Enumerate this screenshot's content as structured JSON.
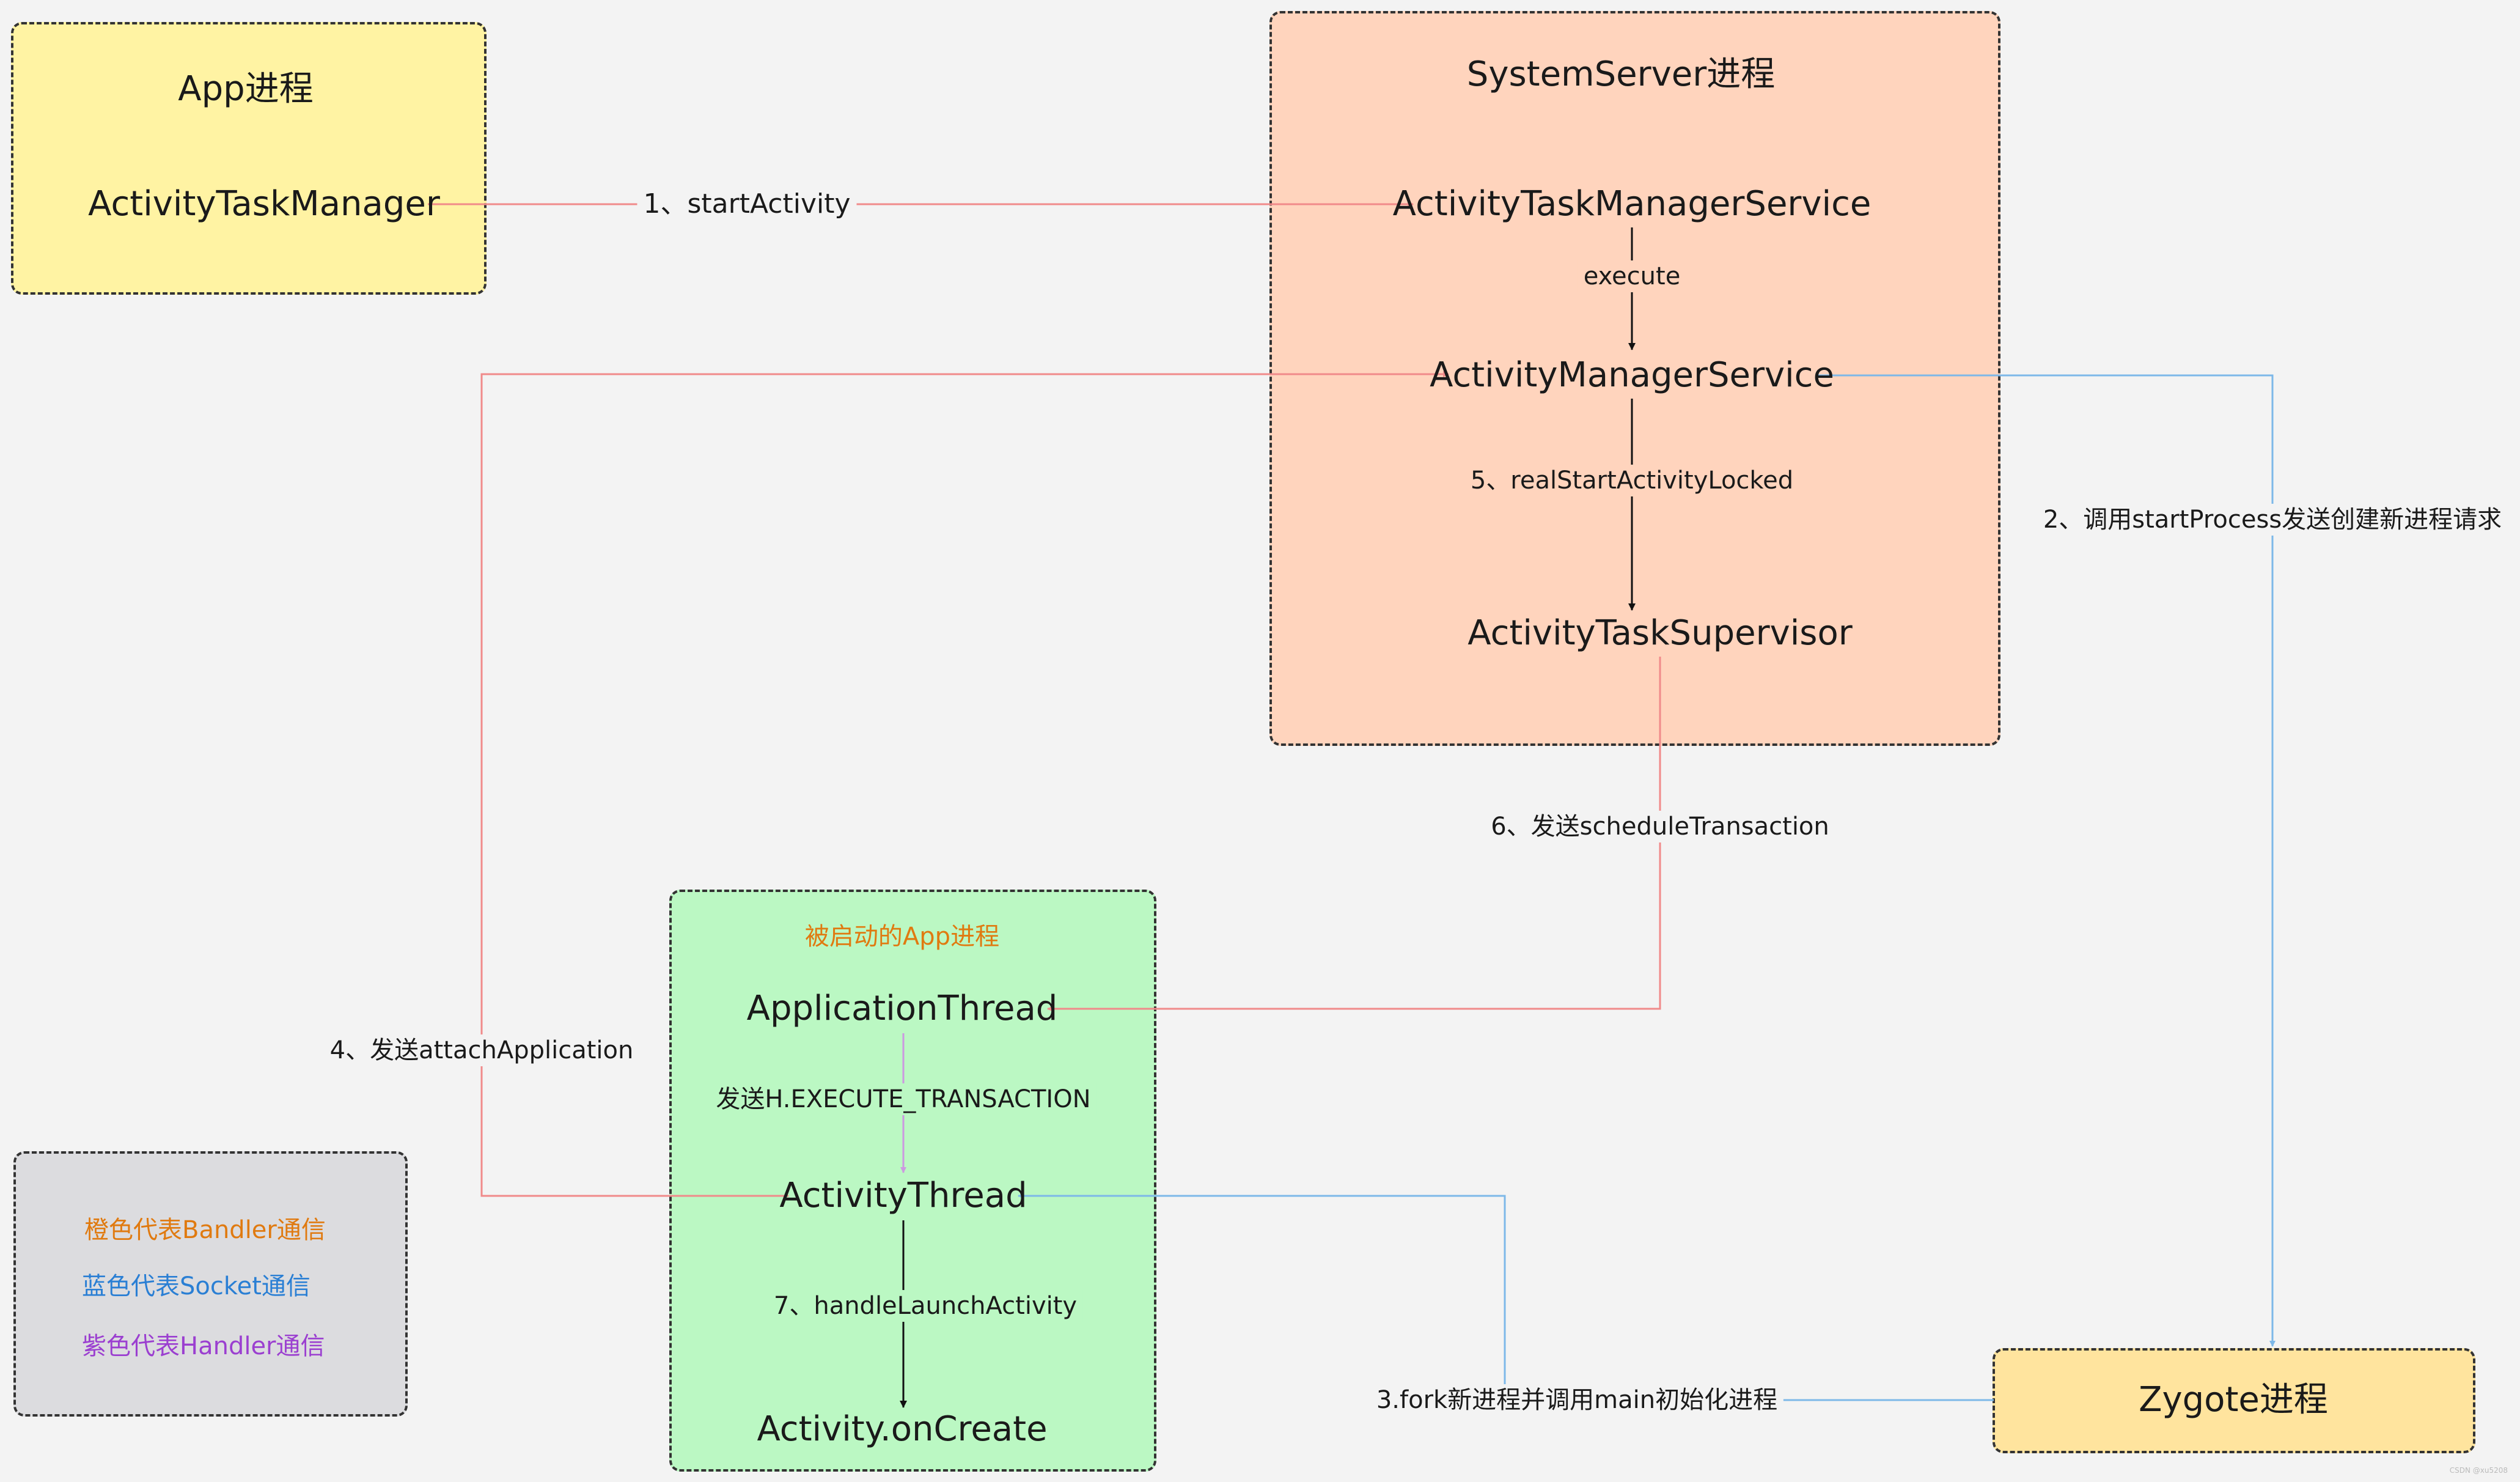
{
  "boxes": {
    "app": {
      "title": "App进程",
      "node": "ActivityTaskManager"
    },
    "system_server": {
      "title": "SystemServer进程",
      "nodes": {
        "atms": "ActivityTaskManagerService",
        "ams": "ActivityManagerService",
        "supervisor": "ActivityTaskSupervisor"
      },
      "edges": {
        "execute": "execute",
        "real_start": "5、realStartActivityLocked"
      }
    },
    "launched_app": {
      "title": "被启动的App进程",
      "title_color": "#e07a10",
      "nodes": {
        "application_thread": "ApplicationThread",
        "activity_thread": "ActivityThread",
        "on_create": "Activity.onCreate"
      },
      "edges": {
        "execute_transaction": "发送H.EXECUTE_TRANSACTION",
        "handle_launch": "7、handleLaunchActivity"
      }
    },
    "zygote": {
      "title": "Zygote进程"
    }
  },
  "edges": {
    "start_activity": "1、startActivity",
    "start_process": "2、调用startProcess发送创建新进程请求",
    "fork": "3.fork新进程并调用main初始化进程",
    "attach_application": "4、发送attachApplication",
    "schedule_transaction": "6、发送scheduleTransaction"
  },
  "legend": {
    "binder": {
      "label": "橙色代表Bandler通信",
      "color": "#e07a10"
    },
    "socket": {
      "label": "蓝色代表Socket通信",
      "color": "#2a7fd4"
    },
    "handler": {
      "label": "紫色代表Handler通信",
      "color": "#9b3fd0"
    }
  },
  "colors": {
    "app_box": "#fff3a3",
    "system_server_box": "#ffd4bd",
    "launched_box": "#bbf8c3",
    "zygote_box": "#ffe49e",
    "legend_box": "#dcdcdf",
    "binder_line": "#f08a8a",
    "socket_line": "#7db8e8",
    "handler_line": "#cc99e0",
    "internal_line": "#111111"
  },
  "watermark": "CSDN @xu5208"
}
